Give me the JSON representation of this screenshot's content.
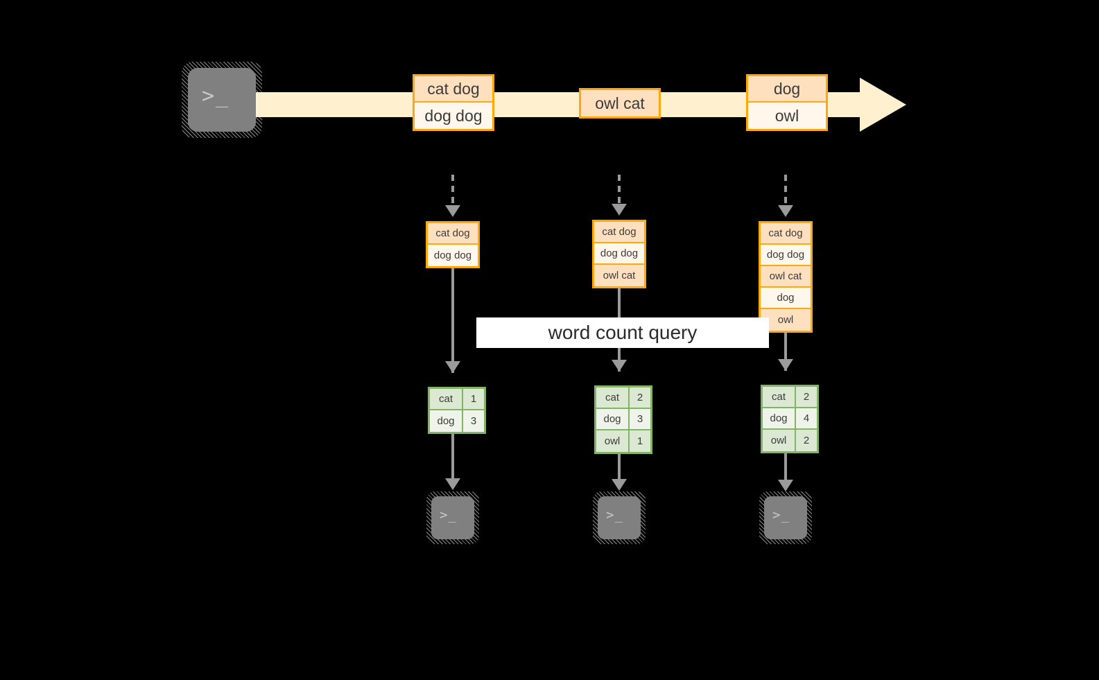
{
  "diagram": {
    "title": "word count query",
    "colors": {
      "stream_band": "#FFF0D0",
      "record_border": "#FFA80B",
      "record_fill_dark": "#FFE0BE",
      "record_fill_light": "#FFF6EC",
      "result_border": "#82B366",
      "result_fill_dark": "#DBE8D2",
      "result_fill_light": "#EFF4EB",
      "connector": "#9b9b9b",
      "terminal": "#808080",
      "background": "#000000",
      "label_fill": "#FFFFFF"
    }
  },
  "source": {
    "icon": "terminal-icon",
    "prompt": ">_"
  },
  "stream": {
    "icon": "arrow-right-icon",
    "groups": [
      {
        "name": "stream-group-1",
        "rows": [
          "cat dog",
          "dog dog"
        ]
      },
      {
        "name": "stream-group-2",
        "rows": [
          "owl cat"
        ]
      },
      {
        "name": "stream-group-3",
        "rows": [
          "dog",
          "owl"
        ]
      }
    ]
  },
  "columns": [
    {
      "name": "snapshot-1",
      "input_rows": [
        "cat dog",
        "dog dog"
      ],
      "results": [
        {
          "word": "cat",
          "count": "1"
        },
        {
          "word": "dog",
          "count": "3"
        }
      ],
      "sink": {
        "icon": "terminal-icon",
        "prompt": ">_"
      }
    },
    {
      "name": "snapshot-2",
      "input_rows": [
        "cat dog",
        "dog dog",
        "owl cat"
      ],
      "results": [
        {
          "word": "cat",
          "count": "2"
        },
        {
          "word": "dog",
          "count": "3"
        },
        {
          "word": "owl",
          "count": "1"
        }
      ],
      "sink": {
        "icon": "terminal-icon",
        "prompt": ">_"
      }
    },
    {
      "name": "snapshot-3",
      "input_rows": [
        "cat dog",
        "dog dog",
        "owl cat",
        "dog",
        "owl"
      ],
      "results": [
        {
          "word": "cat",
          "count": "2"
        },
        {
          "word": "dog",
          "count": "4"
        },
        {
          "word": "owl",
          "count": "2"
        }
      ],
      "sink": {
        "icon": "terminal-icon",
        "prompt": ">_"
      }
    }
  ]
}
